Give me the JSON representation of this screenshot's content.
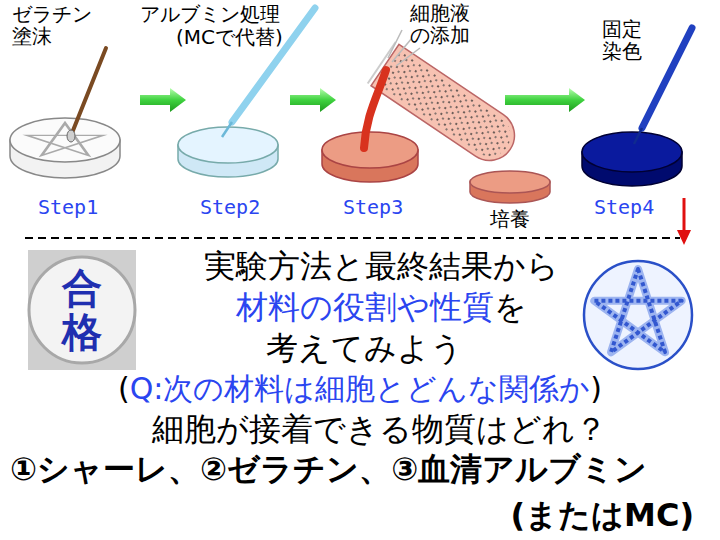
{
  "diagram": {
    "nodes": [
      {
        "text": [
          "合格"
        ]
      }
    ],
    "labels": [
      "ゼラチン 塗沫",
      "アルブミン処理",
      "(MCで代替)",
      "細胞液 の添加",
      "固定 染色",
      "Step1",
      "Step2",
      "Step3",
      "培養",
      "Step4",
      "実験方法と最終結果から",
      "材料の役割や性質",
      "を",
      "考えてみよう",
      "(",
      "Q:次の材料は細胞とどんな関係か",
      ")",
      "細胞が接着できる物質はどれ？",
      "①シャーレ、②ゼラチン、③血清アルブミン",
      "(またはMC)"
    ]
  }
}
